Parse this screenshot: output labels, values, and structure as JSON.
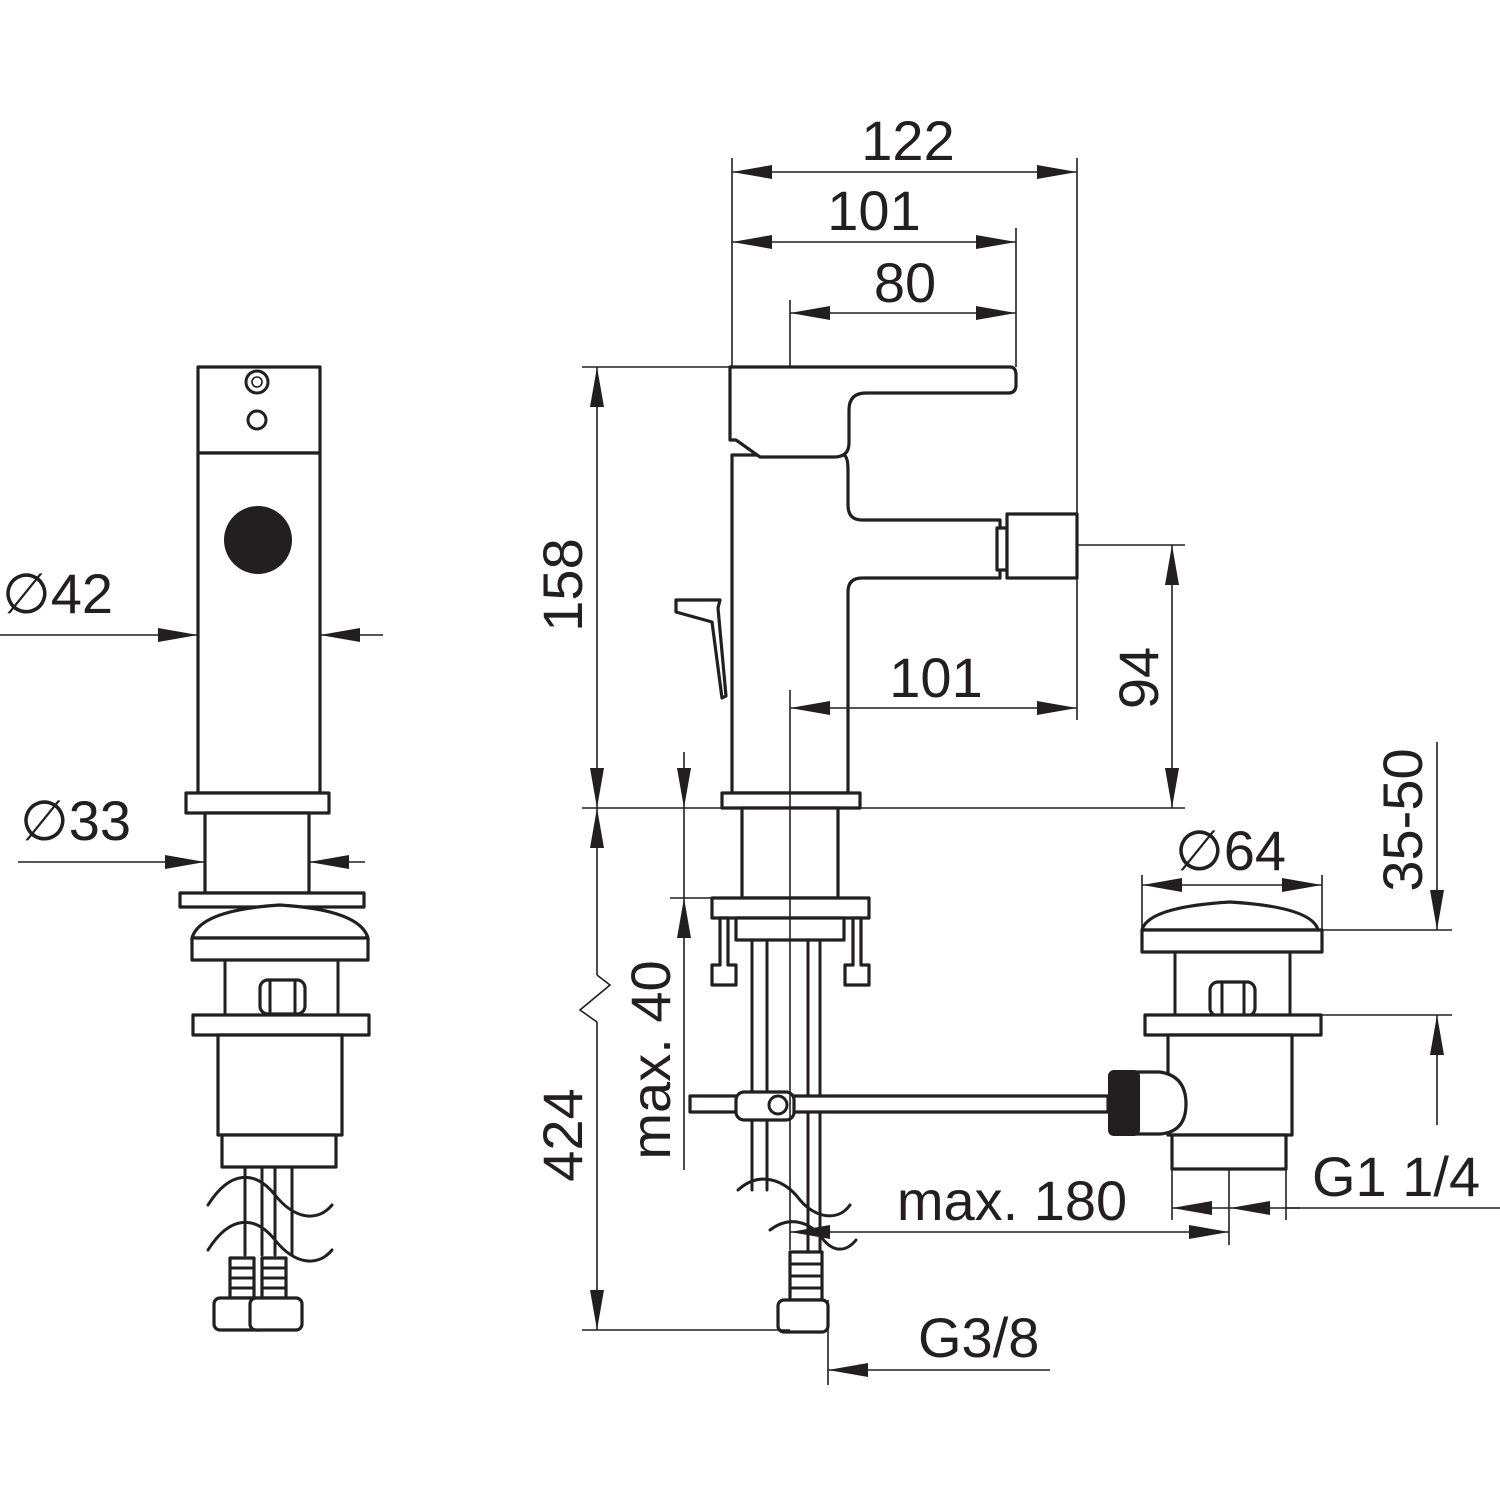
{
  "dimensions": {
    "d42": "∅42",
    "d33": "∅33",
    "d64": "∅64",
    "w122": "122",
    "w101_top": "101",
    "w80": "80",
    "h158": "158",
    "w101_spout": "101",
    "h94": "94",
    "h424": "424",
    "max40": "max. 40",
    "range35_50": "35-50",
    "max180": "max. 180",
    "g114": "G1 1/4",
    "g38": "G3/8"
  },
  "colors": {
    "line": "#231f20",
    "background": "#ffffff"
  }
}
